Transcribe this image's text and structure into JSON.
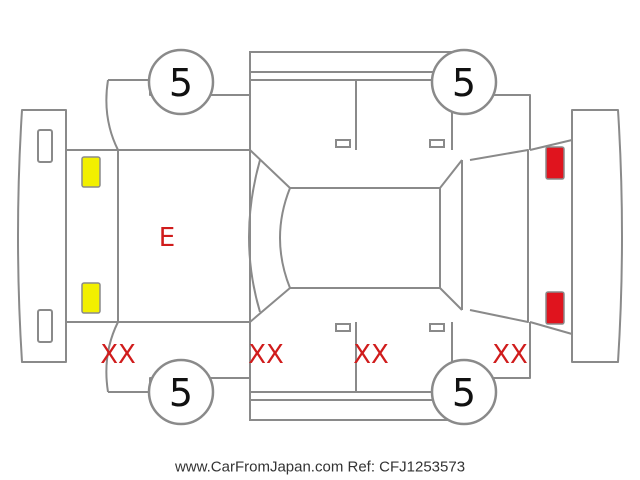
{
  "colors": {
    "line": "#8a8a8a",
    "damage_mark": "#d01c1c",
    "front_lamp": "#f2f000",
    "rear_lamp": "#e0141e"
  },
  "tyres": {
    "front_left": "5",
    "rear_left": "5",
    "front_right": "5",
    "rear_right": "5"
  },
  "marks": {
    "hood": "E",
    "front_bumper_right": "XX",
    "front_door_right": "XX",
    "rear_door_right": "XX",
    "rear_bumper_right": "XX"
  },
  "footer": {
    "text": "www.CarFromJapan.com Ref: CFJ1253573"
  }
}
